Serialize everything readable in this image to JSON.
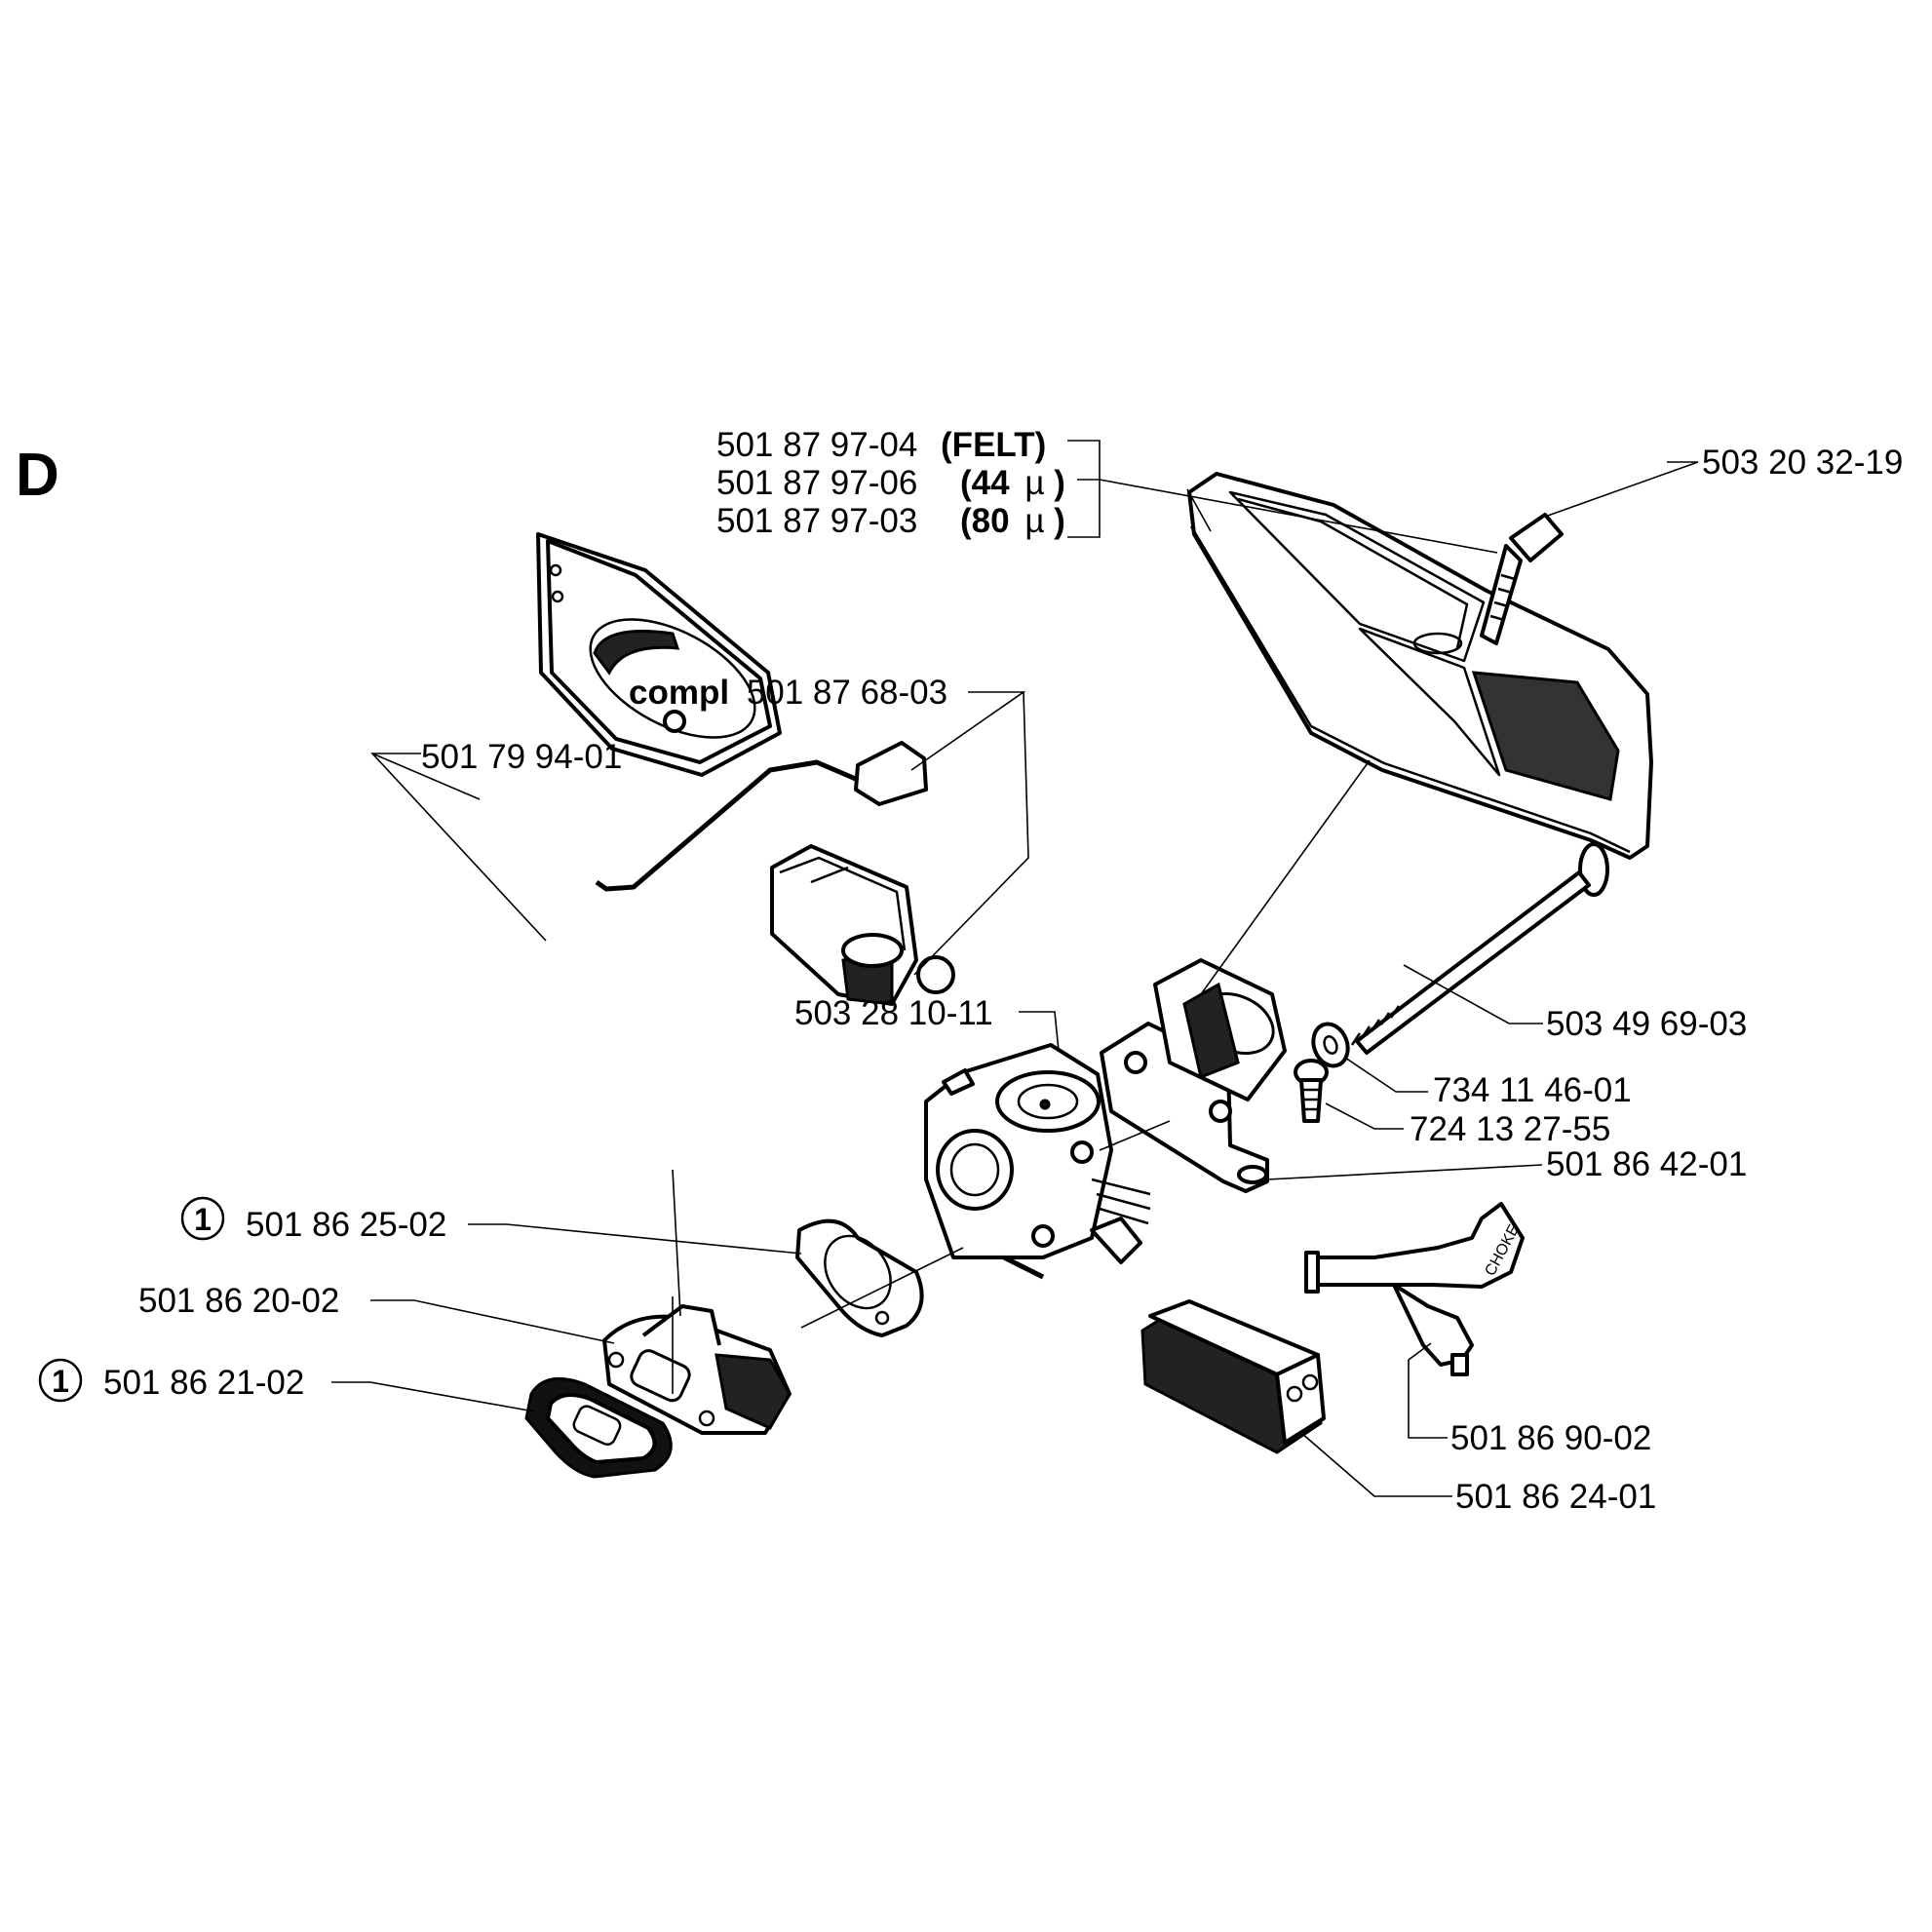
{
  "section_letter": "D",
  "labels": {
    "air_filter_felt": {
      "part_no": "501 87 97-04",
      "variant": "(FELT)"
    },
    "air_filter_44": {
      "part_no": "501 87 97-06",
      "variant": "(44",
      "unit": "µ",
      "close": ")"
    },
    "air_filter_80": {
      "part_no": "501 87 97-03",
      "variant": "(80",
      "unit": "µ",
      "close": ")"
    },
    "filter_screw": "503 20 32-19",
    "compl_prefix": "compl",
    "compl_part": "501 87 68-03",
    "heat_shield": "501 79 94-01",
    "carburetor": "503 28 10-11",
    "long_bolt": "503 49 69-03",
    "washer": "734 11 46-01",
    "screw": "724 13 27-55",
    "carb_adapter": "501 86 42-01",
    "gasket_1": "501 86 25-02",
    "intake": "501 86 20-02",
    "gasket_2": "501 86 21-02",
    "choke_lever": "501 86 90-02",
    "rubber_block": "501 86 24-01"
  },
  "callouts": {
    "gasket_1_marker": "1",
    "gasket_2_marker": "1"
  },
  "choke_text": "CHOKE"
}
